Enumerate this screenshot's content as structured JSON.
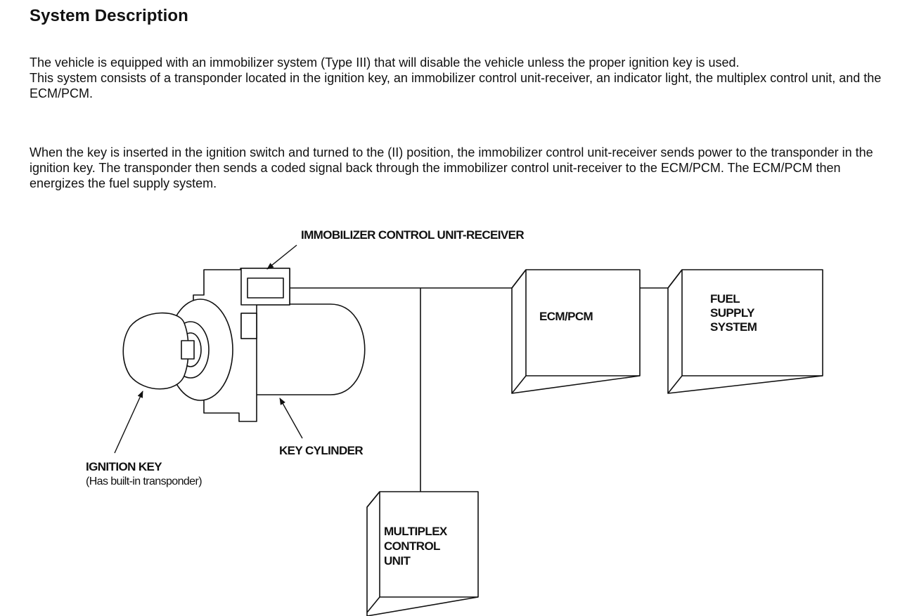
{
  "heading": "System Description",
  "paragraphs": {
    "intro_line1": "The vehicle is equipped with an immobilizer system (Type III) that will disable the vehicle unless the proper ignition key is used.",
    "intro_line2": "This system consists of a transponder located in the ignition key, an immobilizer control unit-receiver, an indicator light, the multiplex control unit, and the ECM/PCM.",
    "operation": "When the key is inserted in the ignition switch and turned to the (II) position, the immobilizer control unit-receiver sends power to the transponder in the ignition key. The transponder then sends a coded signal back through the immobilizer control unit-receiver to the ECM/PCM. The ECM/PCM then energizes the fuel supply system."
  },
  "diagram": {
    "receiver_label": "IMMOBILIZER CONTROL UNIT-RECEIVER",
    "ecm_label": "ECM/PCM",
    "fuel_label": [
      "FUEL",
      "SUPPLY",
      "SYSTEM"
    ],
    "multiplex_label": [
      "MULTIPLEX",
      "CONTROL",
      "UNIT"
    ],
    "key_cylinder_label": "KEY CYLINDER",
    "ignition_key_label": "IGNITION KEY",
    "ignition_key_note": "(Has built-in transponder)"
  }
}
